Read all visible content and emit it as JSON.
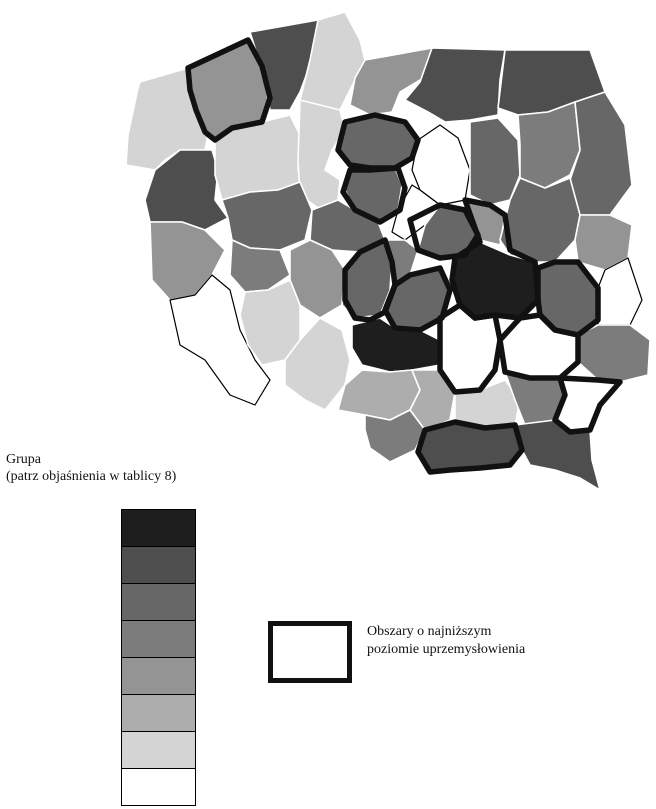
{
  "legend": {
    "title_line1": "Grupa",
    "title_line2": "(patrz objaśnienia w tablicy 8)",
    "scale_colors": [
      "#1e1e1e",
      "#4e4e4e",
      "#676767",
      "#7c7c7c",
      "#949494",
      "#adadad",
      "#d4d4d4",
      "#ffffff"
    ]
  },
  "low_industrialization": {
    "label_line1": "Obszary o najniższym",
    "label_line2": "poziomie uprzemysłowienia"
  },
  "map_fill_colors": {
    "g1": "#1e1e1e",
    "g2": "#4e4e4e",
    "g3": "#676767",
    "g4": "#7c7c7c",
    "g5": "#949494",
    "g6": "#adadad",
    "g7": "#d4d4d4",
    "g8": "#ffffff"
  }
}
